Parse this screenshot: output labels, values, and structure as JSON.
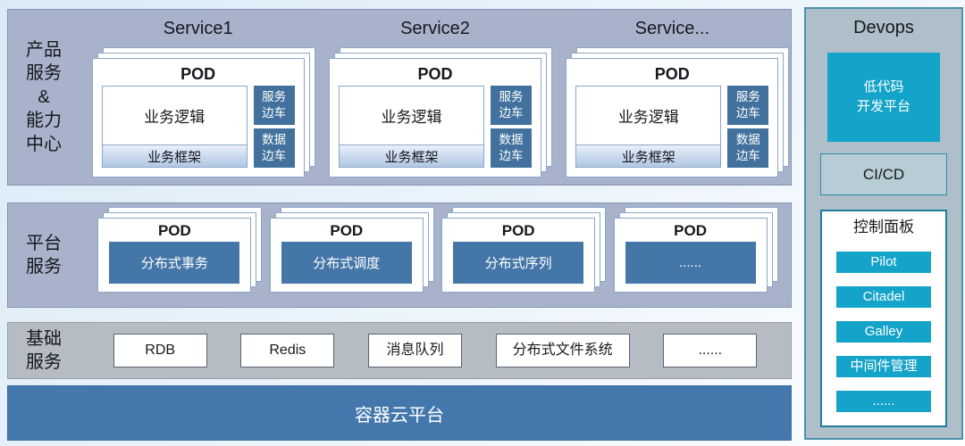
{
  "product_band": {
    "label": "产品\n服务\n&\n能力\n中心",
    "services": [
      {
        "title": "Service1",
        "pod": {
          "title": "POD",
          "logic": "业务逻辑",
          "frame": "业务框架",
          "sidecars": [
            "服务\n边车",
            "数据\n边车"
          ]
        }
      },
      {
        "title": "Service2",
        "pod": {
          "title": "POD",
          "logic": "业务逻辑",
          "frame": "业务框架",
          "sidecars": [
            "服务\n边车",
            "数据\n边车"
          ]
        }
      },
      {
        "title": "Service...",
        "pod": {
          "title": "POD",
          "logic": "业务逻辑",
          "frame": "业务框架",
          "sidecars": [
            "服务\n边车",
            "数据\n边车"
          ]
        }
      }
    ]
  },
  "platform_band": {
    "label": "平台\n服务",
    "pods": [
      {
        "title": "POD",
        "label": "分布式事务"
      },
      {
        "title": "POD",
        "label": "分布式调度"
      },
      {
        "title": "POD",
        "label": "分布式序列"
      },
      {
        "title": "POD",
        "label": "......"
      }
    ]
  },
  "basic_band": {
    "label": "基础\n服务",
    "items": [
      "RDB",
      "Redis",
      "消息队列",
      "分布式文件系统",
      "......"
    ]
  },
  "container_band": {
    "label": "容器云平台"
  },
  "devops": {
    "title": "Devops",
    "low_code_label": "低代码\n开发平台",
    "cicd_label": "CI/CD",
    "control_panel": {
      "title": "控制面板",
      "items": [
        "Pilot",
        "Citadel",
        "Galley",
        "中间件管理",
        "......"
      ]
    }
  },
  "colors": {
    "band_blue_gray": "#a8b3cb",
    "band_gray": "#b6bcc4",
    "sidecar_blue": "#41719c",
    "platform_box_blue": "#4576a8",
    "container_band_blue": "#4478ad",
    "devops_cyan": "#14a3c9",
    "devops_panel_border": "#1d7f9d",
    "devops_bg": "#aebfca"
  }
}
